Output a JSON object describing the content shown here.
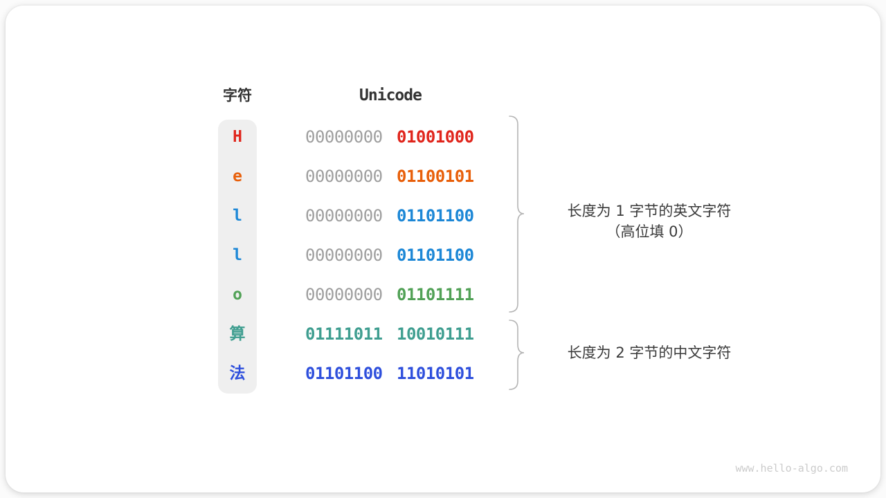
{
  "headers": {
    "char": "字符",
    "unicode": "Unicode"
  },
  "rows": [
    {
      "char": "H",
      "byte1": "00000000",
      "byte2": "01001000",
      "color": "#e0251c",
      "byte1_color": "#9e9e9e"
    },
    {
      "char": "e",
      "byte1": "00000000",
      "byte2": "01100101",
      "color": "#e85f0a",
      "byte1_color": "#9e9e9e"
    },
    {
      "char": "l",
      "byte1": "00000000",
      "byte2": "01101100",
      "color": "#1c87d6",
      "byte1_color": "#9e9e9e"
    },
    {
      "char": "l",
      "byte1": "00000000",
      "byte2": "01101100",
      "color": "#1c87d6",
      "byte1_color": "#9e9e9e"
    },
    {
      "char": "o",
      "byte1": "00000000",
      "byte2": "01101111",
      "color": "#51a156",
      "byte1_color": "#9e9e9e"
    },
    {
      "char": "算",
      "byte1": "01111011",
      "byte2": "10010111",
      "color": "#3f9e90",
      "byte1_color": "#3f9e90"
    },
    {
      "char": "法",
      "byte1": "01101100",
      "byte2": "11010101",
      "color": "#2e4fdc",
      "byte1_color": "#2e4fdc"
    }
  ],
  "annotations": [
    {
      "lines": [
        "长度为 1 字节的英文字符",
        "（高位填 0）"
      ]
    },
    {
      "lines": [
        "长度为 2 字节的中文字符"
      ]
    }
  ],
  "watermark": "www.hello-algo.com",
  "colors": {
    "column_bg": "#efefef",
    "brace": "#b4b4b4",
    "header_text": "#333333",
    "annotation_text": "#3a3a3a",
    "watermark_text": "#cbcbcb",
    "gray_byte": "#9e9e9e"
  }
}
